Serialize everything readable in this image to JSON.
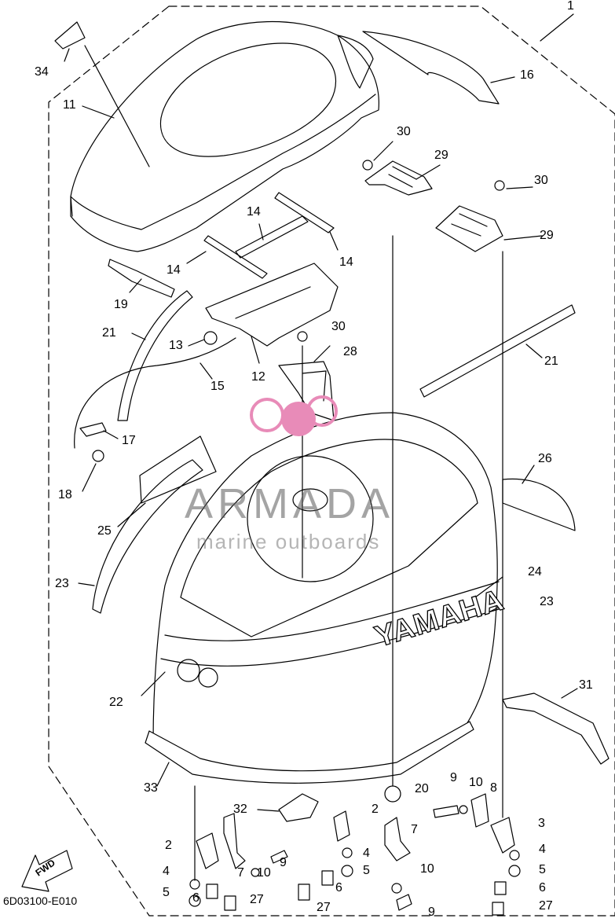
{
  "diagram": {
    "code": "6D03100-E010",
    "watermark": {
      "word": "ARMADA",
      "sub": "marine outboards",
      "color": "#e88bb8"
    },
    "brand_text": "YAMAHA",
    "fwd_label": "FWD",
    "callouts": [
      {
        "id": "c1",
        "text": "1"
      },
      {
        "id": "c34",
        "text": "34"
      },
      {
        "id": "c16",
        "text": "16"
      },
      {
        "id": "c11",
        "text": "11"
      },
      {
        "id": "c30a",
        "text": "30"
      },
      {
        "id": "c29a",
        "text": "29"
      },
      {
        "id": "c30b",
        "text": "30"
      },
      {
        "id": "c29b",
        "text": "29"
      },
      {
        "id": "c14a",
        "text": "14"
      },
      {
        "id": "c14b",
        "text": "14"
      },
      {
        "id": "c14c",
        "text": "14"
      },
      {
        "id": "c19",
        "text": "19"
      },
      {
        "id": "c21a",
        "text": "21"
      },
      {
        "id": "c13",
        "text": "13"
      },
      {
        "id": "c30c",
        "text": "30"
      },
      {
        "id": "c28",
        "text": "28"
      },
      {
        "id": "c12",
        "text": "12"
      },
      {
        "id": "c15",
        "text": "15"
      },
      {
        "id": "c21b",
        "text": "21"
      },
      {
        "id": "c17",
        "text": "17"
      },
      {
        "id": "c18",
        "text": "18"
      },
      {
        "id": "c26",
        "text": "26"
      },
      {
        "id": "c25",
        "text": "25"
      },
      {
        "id": "c23a",
        "text": "23"
      },
      {
        "id": "c24",
        "text": "24"
      },
      {
        "id": "c23b",
        "text": "23"
      },
      {
        "id": "c22",
        "text": "22"
      },
      {
        "id": "c31",
        "text": "31"
      },
      {
        "id": "c33",
        "text": "33"
      },
      {
        "id": "c20",
        "text": "20"
      },
      {
        "id": "c9a",
        "text": "9"
      },
      {
        "id": "c10a",
        "text": "10"
      },
      {
        "id": "c8",
        "text": "8"
      },
      {
        "id": "c32",
        "text": "32"
      },
      {
        "id": "c2a",
        "text": "2"
      },
      {
        "id": "c3",
        "text": "3"
      },
      {
        "id": "c7a",
        "text": "7"
      },
      {
        "id": "c2b",
        "text": "2"
      },
      {
        "id": "c4a",
        "text": "4"
      },
      {
        "id": "c4b",
        "text": "4"
      },
      {
        "id": "c9b",
        "text": "9"
      },
      {
        "id": "c10b",
        "text": "10"
      },
      {
        "id": "c7b",
        "text": "7"
      },
      {
        "id": "c5a",
        "text": "5"
      },
      {
        "id": "c5b",
        "text": "5"
      },
      {
        "id": "c10c",
        "text": "10"
      },
      {
        "id": "c6a",
        "text": "6"
      },
      {
        "id": "c6b",
        "text": "6"
      },
      {
        "id": "c4c",
        "text": "4"
      },
      {
        "id": "c5c",
        "text": "5"
      },
      {
        "id": "c27a",
        "text": "27"
      },
      {
        "id": "c27b",
        "text": "27"
      },
      {
        "id": "c9c",
        "text": "9"
      },
      {
        "id": "c6c",
        "text": "6"
      },
      {
        "id": "c27c",
        "text": "27"
      }
    ]
  }
}
